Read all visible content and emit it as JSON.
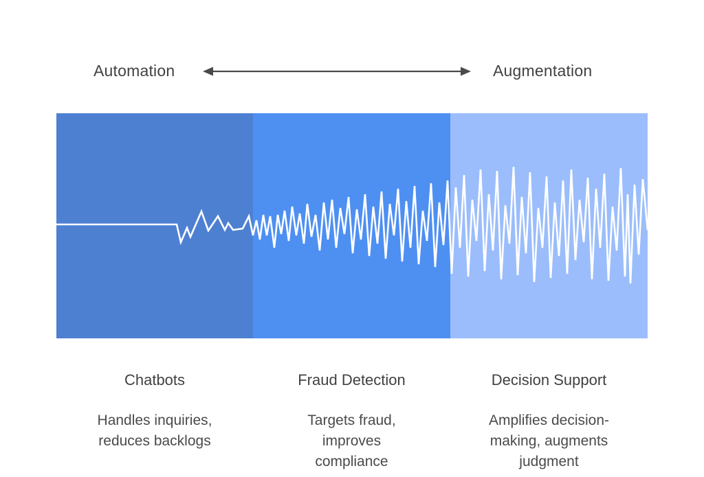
{
  "header": {
    "left_label": "Automation",
    "right_label": "Augmentation"
  },
  "spectrum": {
    "panels": [
      {
        "title": "Chatbots",
        "description": "Handles inquiries, reduces backlogs",
        "color": "#4E80D2"
      },
      {
        "title": "Fraud Detection",
        "description": "Targets fraud, improves compliance",
        "color": "#4E8FF2"
      },
      {
        "title": "Decision Support",
        "description": "Amplifies decision-making, augments judgment",
        "color": "#9BBDFB"
      }
    ],
    "waveform": {
      "color": "#FFFFFF",
      "stroke_width": 2.6,
      "points": [
        [
          0,
          162
        ],
        [
          175,
          162
        ],
        [
          181,
          188
        ],
        [
          190,
          167
        ],
        [
          195,
          180
        ],
        [
          211,
          143
        ],
        [
          221,
          171
        ],
        [
          235,
          150
        ],
        [
          245,
          170
        ],
        [
          250,
          160
        ],
        [
          257,
          170
        ],
        [
          271,
          168
        ],
        [
          280,
          150
        ],
        [
          286,
          178
        ],
        [
          291,
          156
        ],
        [
          296,
          184
        ],
        [
          301,
          148
        ],
        [
          306,
          178
        ],
        [
          311,
          150
        ],
        [
          317,
          196
        ],
        [
          322,
          148
        ],
        [
          327,
          176
        ],
        [
          332,
          142
        ],
        [
          338,
          186
        ],
        [
          343,
          136
        ],
        [
          349,
          178
        ],
        [
          354,
          146
        ],
        [
          360,
          190
        ],
        [
          365,
          132
        ],
        [
          371,
          180
        ],
        [
          377,
          148
        ],
        [
          383,
          200
        ],
        [
          389,
          130
        ],
        [
          395,
          184
        ],
        [
          401,
          126
        ],
        [
          407,
          196
        ],
        [
          413,
          138
        ],
        [
          419,
          176
        ],
        [
          425,
          122
        ],
        [
          431,
          204
        ],
        [
          437,
          140
        ],
        [
          443,
          184
        ],
        [
          449,
          118
        ],
        [
          455,
          208
        ],
        [
          461,
          136
        ],
        [
          467,
          190
        ],
        [
          473,
          114
        ],
        [
          479,
          212
        ],
        [
          485,
          132
        ],
        [
          491,
          178
        ],
        [
          497,
          110
        ],
        [
          503,
          216
        ],
        [
          509,
          128
        ],
        [
          515,
          196
        ],
        [
          521,
          106
        ],
        [
          527,
          220
        ],
        [
          533,
          142
        ],
        [
          539,
          186
        ],
        [
          545,
          102
        ],
        [
          551,
          224
        ],
        [
          557,
          130
        ],
        [
          563,
          192
        ],
        [
          569,
          98
        ],
        [
          575,
          234
        ],
        [
          581,
          108
        ],
        [
          587,
          196
        ],
        [
          593,
          90
        ],
        [
          599,
          238
        ],
        [
          605,
          126
        ],
        [
          611,
          186
        ],
        [
          617,
          82
        ],
        [
          623,
          230
        ],
        [
          629,
          118
        ],
        [
          635,
          200
        ],
        [
          641,
          84
        ],
        [
          647,
          242
        ],
        [
          653,
          134
        ],
        [
          659,
          190
        ],
        [
          665,
          78
        ],
        [
          671,
          236
        ],
        [
          677,
          122
        ],
        [
          683,
          204
        ],
        [
          689,
          86
        ],
        [
          695,
          246
        ],
        [
          701,
          138
        ],
        [
          707,
          196
        ],
        [
          713,
          92
        ],
        [
          719,
          240
        ],
        [
          725,
          130
        ],
        [
          731,
          208
        ],
        [
          737,
          98
        ],
        [
          743,
          234
        ],
        [
          749,
          82
        ],
        [
          755,
          214
        ],
        [
          761,
          126
        ],
        [
          767,
          188
        ],
        [
          773,
          94
        ],
        [
          779,
          242
        ],
        [
          785,
          110
        ],
        [
          791,
          196
        ],
        [
          797,
          88
        ],
        [
          803,
          244
        ],
        [
          809,
          136
        ],
        [
          815,
          200
        ],
        [
          821,
          80
        ],
        [
          827,
          238
        ],
        [
          831,
          118
        ],
        [
          835,
          248
        ],
        [
          841,
          104
        ],
        [
          847,
          206
        ],
        [
          853,
          96
        ],
        [
          860,
          170
        ]
      ]
    }
  },
  "colors": {
    "background": "#FFFFFF",
    "text": "#414141",
    "arrow": "#4A4A4A"
  }
}
